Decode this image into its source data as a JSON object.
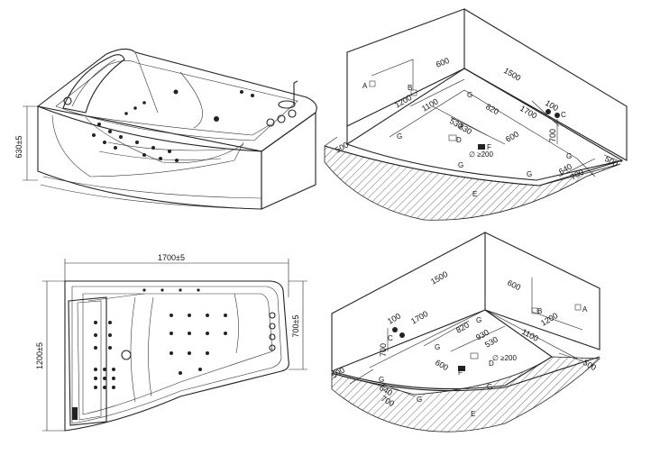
{
  "tub_perspective": {
    "height_dim": "630±5"
  },
  "tub_plan": {
    "length_dim": "1700±5",
    "width_dim": "1200±5",
    "side_dim": "700±5"
  },
  "room_a": {
    "dims": [
      "600",
      "1500",
      "1200",
      "1100",
      "820",
      "1700",
      "100",
      "830",
      "530",
      "600",
      "700",
      "500",
      "640",
      "700",
      "500"
    ],
    "labels": [
      "A",
      "B",
      "C",
      "D",
      "F",
      "G",
      "G",
      "G",
      "G",
      "G",
      "E"
    ],
    "pipe_note": "∅ ≥200"
  },
  "room_b": {
    "dims": [
      "1500",
      "600",
      "1200",
      "100",
      "1100",
      "1700",
      "820",
      "930",
      "530",
      "700",
      "600",
      "500",
      "640",
      "700",
      "500"
    ],
    "labels": [
      "A",
      "B",
      "C",
      "D",
      "F",
      "G",
      "G",
      "G",
      "G",
      "G",
      "E"
    ],
    "pipe_note": "∅ ≥200"
  },
  "colors": {
    "line": "#222222",
    "hatch": "#444444"
  }
}
